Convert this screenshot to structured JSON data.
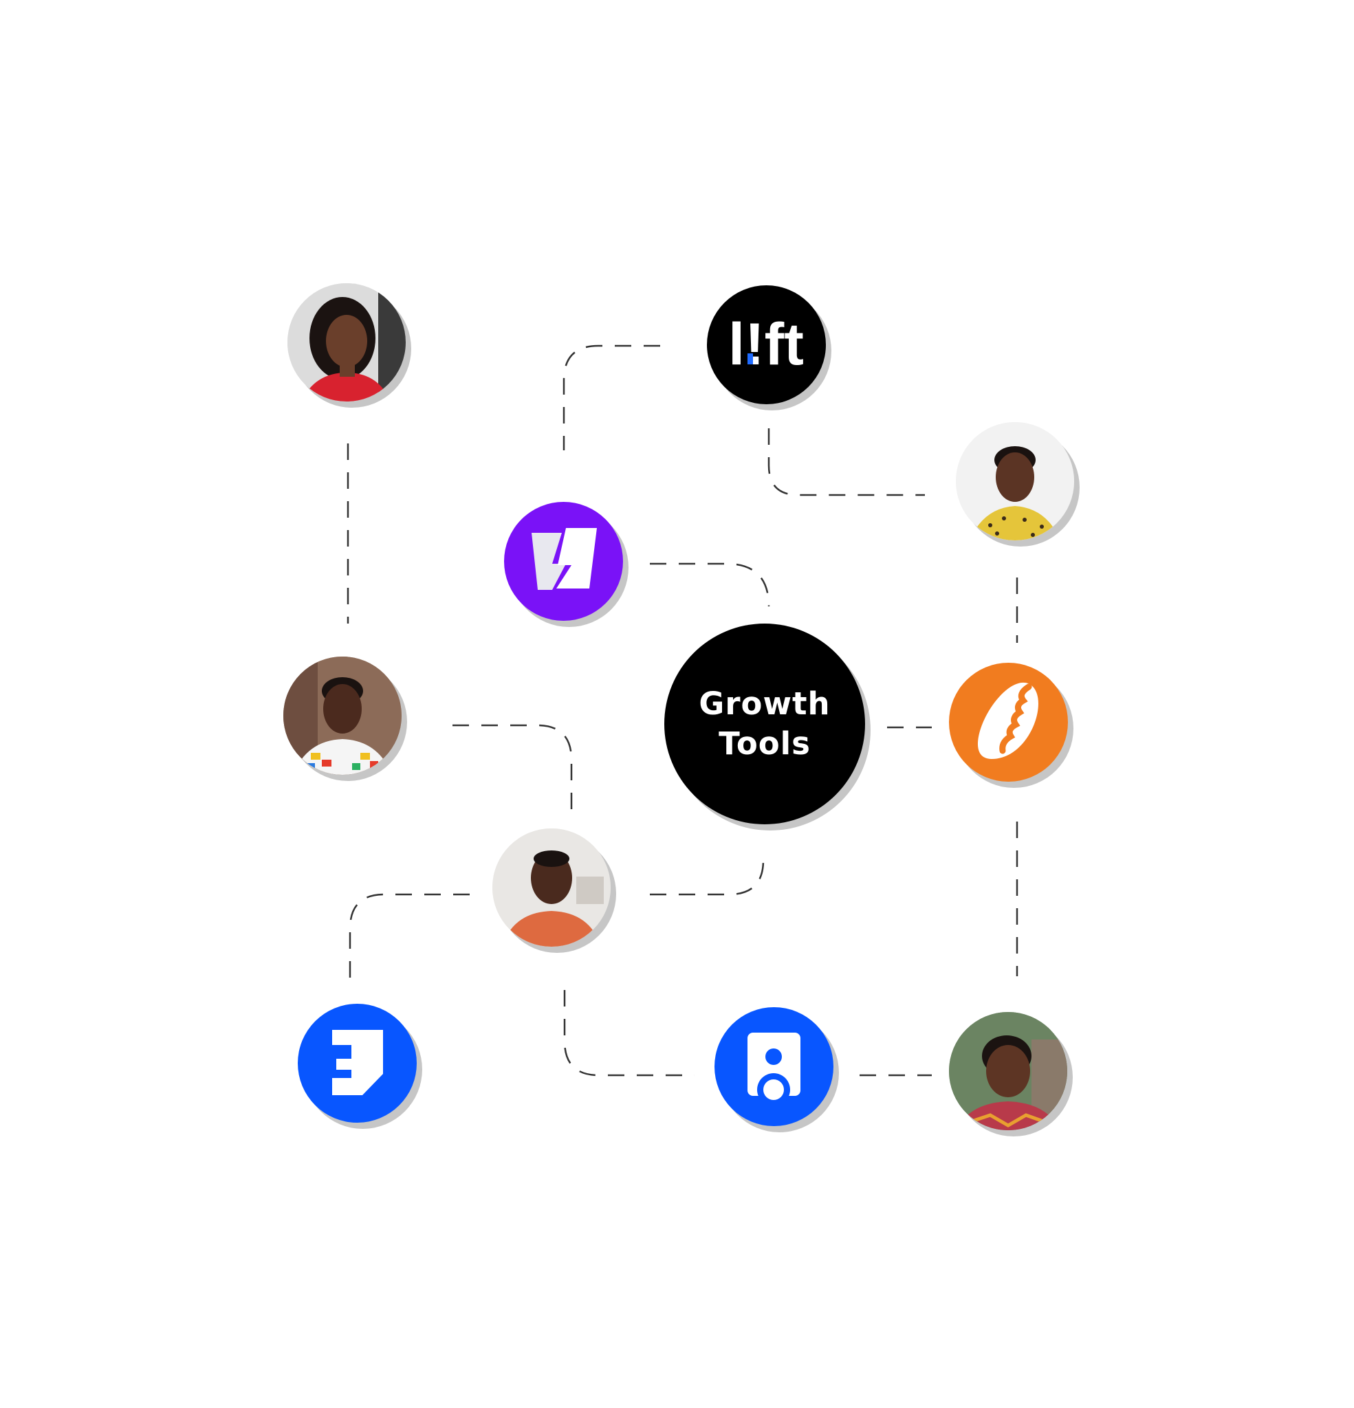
{
  "diagram": {
    "hub": {
      "label_line1": "Growth",
      "label_line2": "Tools"
    },
    "logos": [
      {
        "name": "lift-logo",
        "text": "l!ft"
      },
      {
        "name": "bolt-logo"
      },
      {
        "name": "cowrie-logo"
      },
      {
        "name": "document-logo"
      },
      {
        "name": "profile-logo"
      }
    ],
    "people": [
      {
        "name": "woman-red-top"
      },
      {
        "name": "man-yellow-shirt"
      },
      {
        "name": "man-kente"
      },
      {
        "name": "man-orange-shirt"
      },
      {
        "name": "woman-smiling"
      }
    ],
    "colors": {
      "hub": "#000000",
      "lift": "#000000",
      "bolt": "#7a12f7",
      "cowrie": "#f17c1f",
      "document": "#0856ff",
      "profile": "#0856ff",
      "connector": "#333333",
      "shadow": "#c6c6c6"
    }
  }
}
